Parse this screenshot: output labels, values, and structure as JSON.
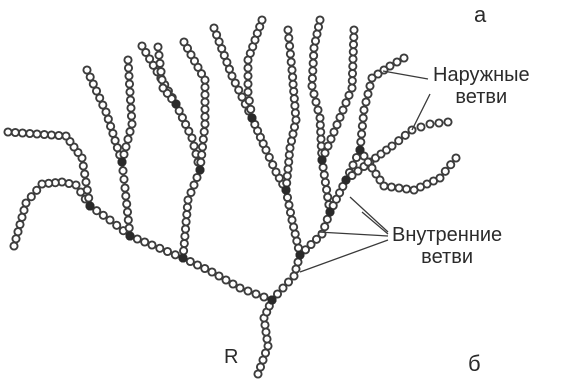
{
  "labels": {
    "panel_a": "а",
    "panel_b": "б",
    "root": "R",
    "outer_branches": [
      "Наружные",
      "ветви"
    ],
    "inner_branches": [
      "Внутренние",
      "ветви"
    ]
  },
  "colors": {
    "bead_stroke": "#3c3c3c",
    "branch_point": "#2a2a2a",
    "text": "#2b2b2b"
  }
}
